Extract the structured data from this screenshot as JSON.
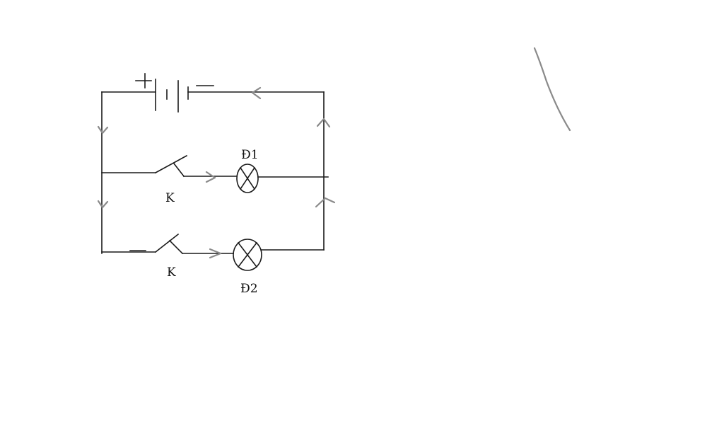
{
  "diagram": {
    "type": "electric circuit",
    "battery": {
      "plus_sign": "+",
      "minus_sign": "—"
    },
    "lamps": [
      {
        "label": "Đ1"
      },
      {
        "label": "Đ2"
      }
    ],
    "switches": [
      {
        "label": "K"
      },
      {
        "label": "K"
      }
    ],
    "colors": {
      "wire": "#1a1a1a",
      "current_arrow": "#8a8a8a"
    }
  }
}
